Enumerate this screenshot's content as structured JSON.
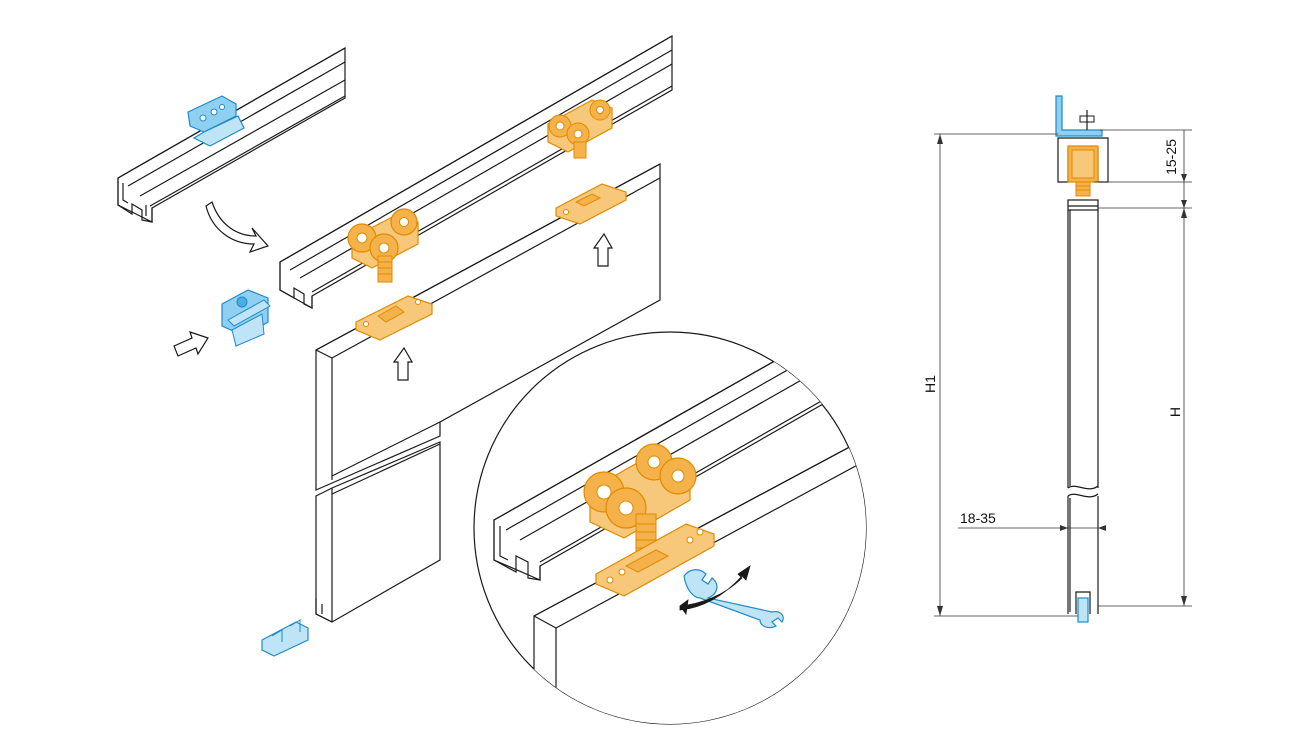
{
  "colors": {
    "line": "#1a1a1a",
    "hardware_orange": "#f5a623",
    "hardware_orange_stroke": "#e08a00",
    "accessory_blue": "#4aaee0",
    "accessory_blue_stroke": "#1e8bc9"
  },
  "icons": [
    "arrow-icon",
    "wrench-icon"
  ],
  "dimensions": {
    "h1": "H1",
    "h": "H",
    "gap": "15-25",
    "thickness": "18-35"
  }
}
